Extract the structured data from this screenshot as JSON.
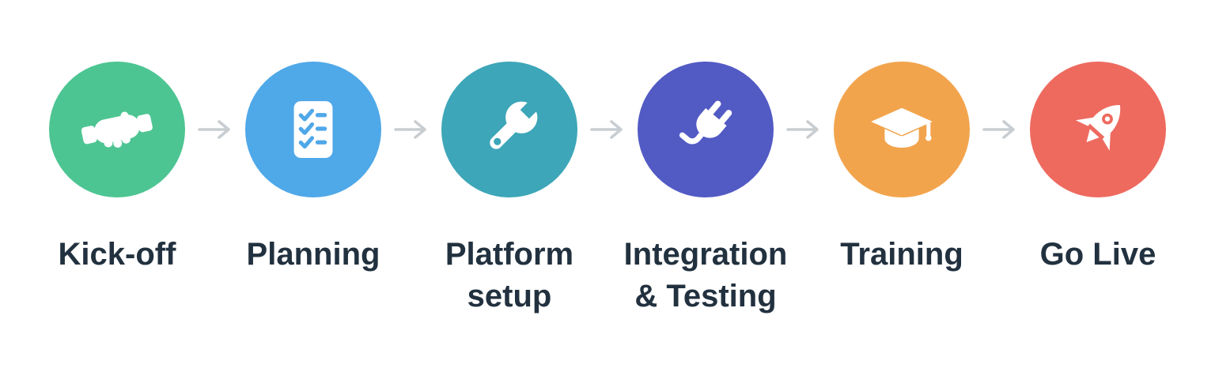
{
  "diagram": {
    "name": "onboarding-process-flow",
    "steps": [
      {
        "label_line1": "Kick-off",
        "label_line2": "",
        "color": "#4DC593",
        "icon": "handshake-icon"
      },
      {
        "label_line1": "Planning",
        "label_line2": "",
        "color": "#4FA8E8",
        "icon": "checklist-icon"
      },
      {
        "label_line1": "Platform",
        "label_line2": "setup",
        "color": "#3DA6B8",
        "icon": "wrench-icon"
      },
      {
        "label_line1": "Integration",
        "label_line2": "& Testing",
        "color": "#525AC4",
        "icon": "plug-icon"
      },
      {
        "label_line1": "Training",
        "label_line2": "",
        "color": "#F2A44D",
        "icon": "graduation-cap-icon"
      },
      {
        "label_line1": "Go Live",
        "label_line2": "",
        "color": "#EE6A5F",
        "icon": "rocket-icon"
      }
    ],
    "colors": {
      "arrow": "#C8CDD1",
      "label_text": "#22313F",
      "icon": "#FFFFFF",
      "background": "#FFFFFF"
    }
  }
}
